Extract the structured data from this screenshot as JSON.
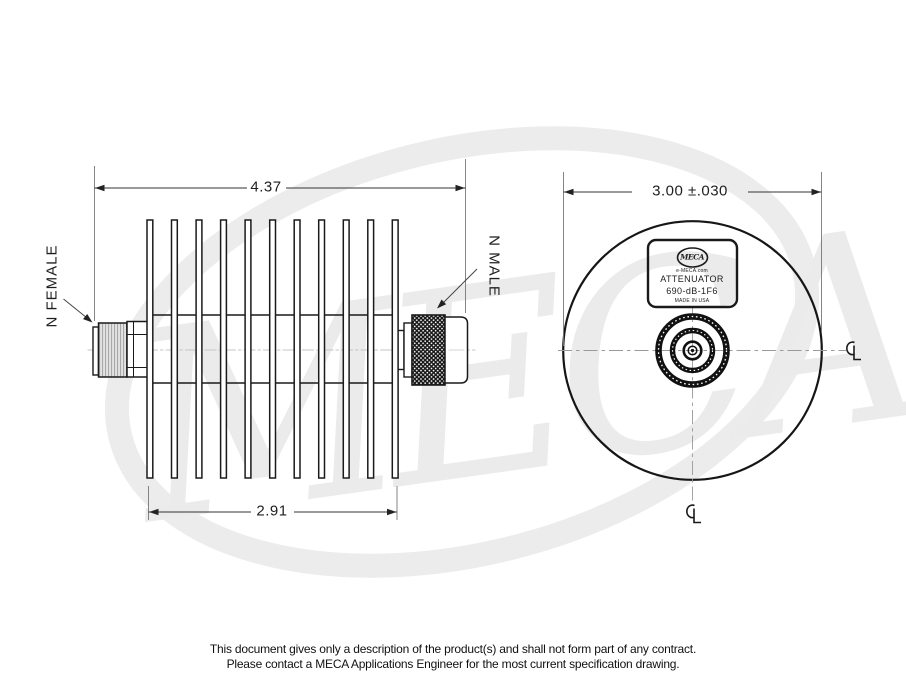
{
  "watermark_text": "MECA",
  "side_view": {
    "left_connector_label": "N FEMALE",
    "right_connector_label": "N MALE",
    "length_dimension": "4.37",
    "heatsink_dimension": "2.91"
  },
  "end_view": {
    "diameter_dimension": "3.00 ±.030",
    "label": {
      "logo_text": "MECA",
      "website": "e-MECA.com",
      "product_type": "ATTENUATOR",
      "model_number": "690-dB-1F6",
      "origin": "MADE IN USA"
    }
  },
  "footer": {
    "line1": "This document gives only a description of the product(s) and shall not form part of any contract.",
    "line2": "Please contact a MECA Applications Engineer for the most current specification drawing."
  }
}
